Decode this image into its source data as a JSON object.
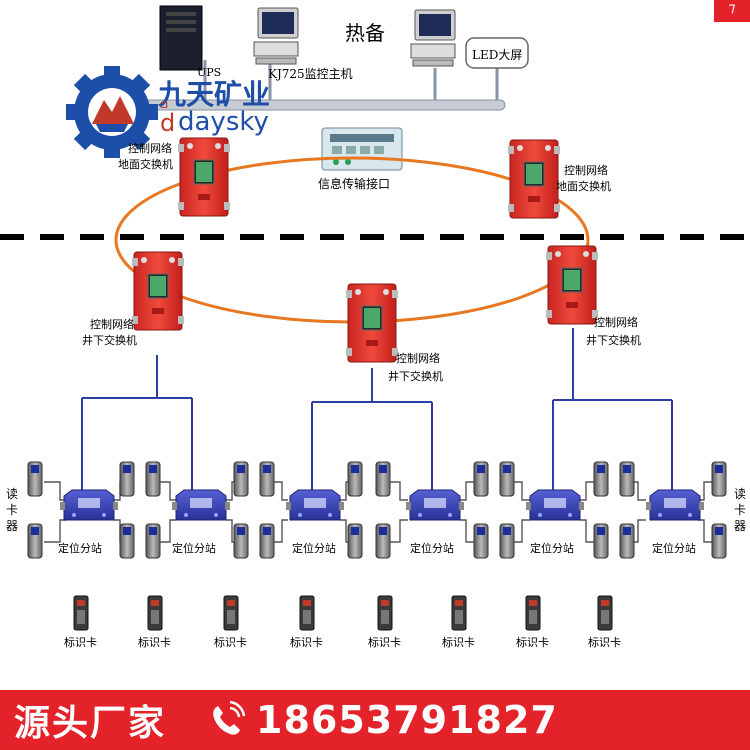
{
  "labels": {
    "hot_standby": "热备",
    "ups": "UPS",
    "host": "KJ725监控主机",
    "led": "LED大屏",
    "info_interface": "信息传输接口",
    "switch_ground_line1": "控制网络",
    "switch_ground_line2": "地面交换机",
    "switch_under_line1": "控制网络",
    "switch_under_line2": "井下交换机",
    "card_reader_vertical": "读卡器",
    "substation": "定位分站",
    "tag_card": "标识卡"
  },
  "logo": {
    "name": "九天矿业",
    "brand": "daysky"
  },
  "footer": {
    "maker": "源头厂家",
    "phone": "18653791827"
  },
  "colors": {
    "switch_red": "#e0342e",
    "ring_orange": "#e87722",
    "link_blue": "#2c3ea6",
    "device_blue": "#3a44b8",
    "footer_red": "#e3222a",
    "logo_blue": "#1d4fa8"
  }
}
